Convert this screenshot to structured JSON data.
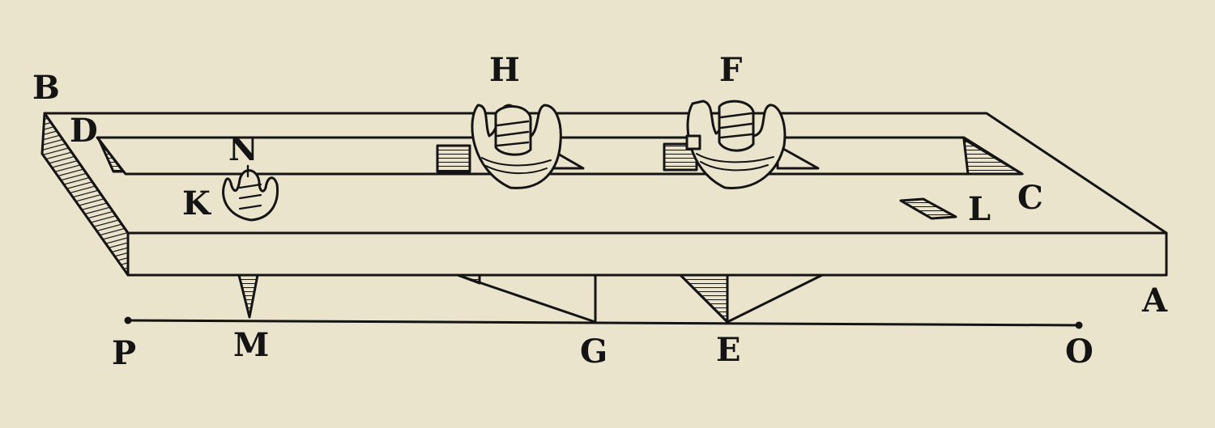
{
  "figure": {
    "labels": {
      "A": "A",
      "B": "B",
      "C": "C",
      "D": "D",
      "E": "E",
      "F": "F",
      "G": "G",
      "H": "H",
      "K": "K",
      "L": "L",
      "M": "M",
      "N": "N",
      "O": "O",
      "P": "P"
    },
    "colors": {
      "paper": "#ebe4cc",
      "ink": "#141414"
    }
  }
}
